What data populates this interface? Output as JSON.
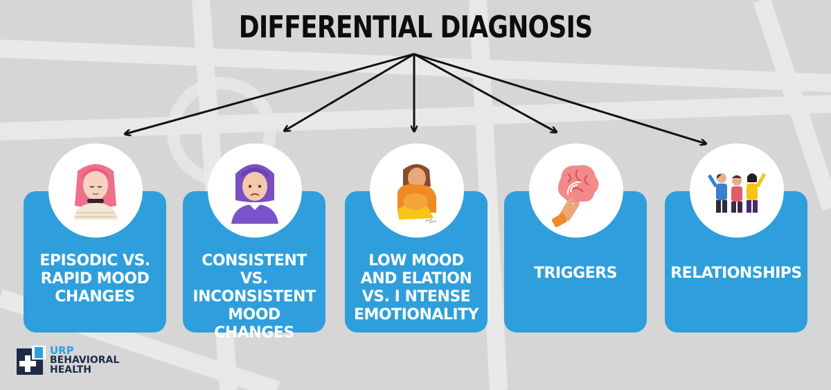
{
  "title": "DIFFERENTIAL DIAGNOSIS",
  "items": [
    {
      "label": "EPISODIC VS. RAPID MOOD CHANGES",
      "icon": "woman-pink-hair-icon"
    },
    {
      "label": "CONSISTENT VS. INCONSISTENT MOOD CHANGES",
      "icon": "sad-woman-purple-hair-icon"
    },
    {
      "label": "LOW MOOD AND ELATION VS. I NTENSE EMOTIONALITY",
      "icon": "crouching-sad-girl-icon"
    },
    {
      "label": "TRIGGERS",
      "icon": "brain-touch-icon"
    },
    {
      "label": "RELATIONSHIPS",
      "icon": "friends-group-icon"
    }
  ],
  "logo": {
    "line1": "URP",
    "line2": "BEHAVIORAL",
    "line3": "HEALTH"
  },
  "colors": {
    "card": "#2e9fdc",
    "arrow": "#111111",
    "text": "#ffffff"
  }
}
